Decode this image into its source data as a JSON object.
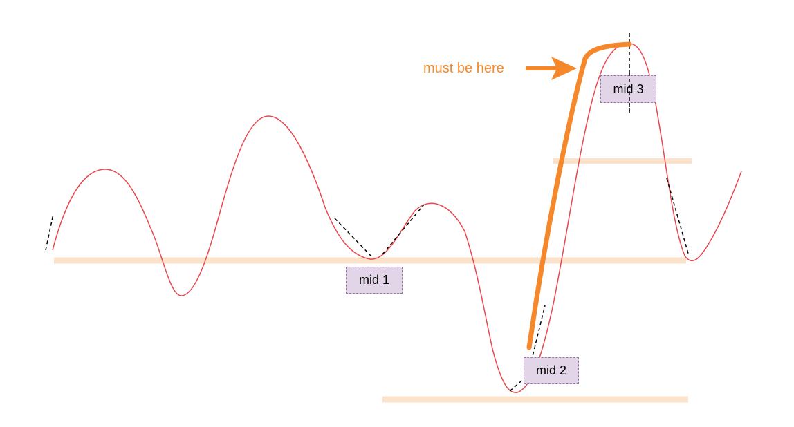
{
  "labels": {
    "mid1": "mid 1",
    "mid2": "mid 2",
    "mid3": "mid 3",
    "note": "must be here"
  },
  "colors": {
    "curve": "#e8474d",
    "level_band": "#fbe3cb",
    "arrow": "#f5882a",
    "note_text": "#f5882a",
    "tangent": "#000000",
    "tag_fill": "#e1d5e7",
    "tag_border": "#9673a6"
  }
}
